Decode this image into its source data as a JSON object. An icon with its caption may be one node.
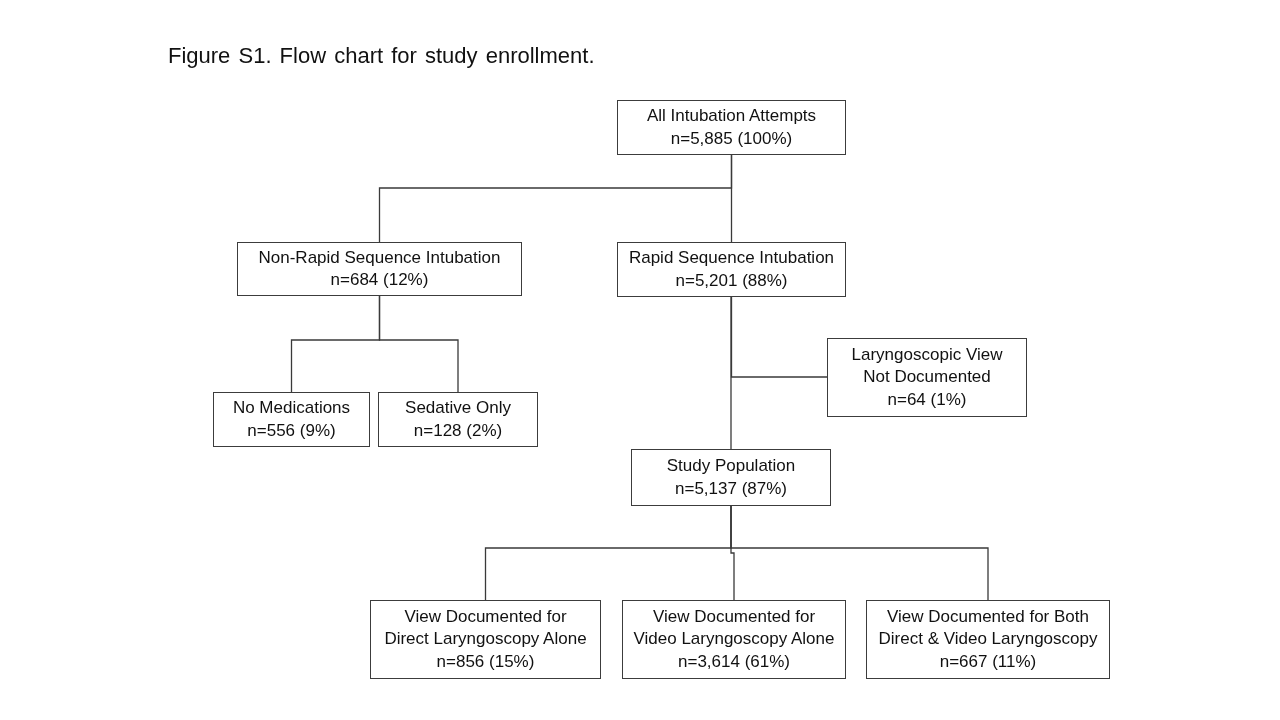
{
  "diagram": {
    "title": "Figure S1. Flow chart for study enrollment.",
    "nodes": [
      {
        "text": [
          "All Intubation Attempts",
          "n=5,885 (100%)"
        ]
      },
      {
        "text": [
          "Non-Rapid Sequence Intubation",
          "n=684 (12%)"
        ]
      },
      {
        "text": [
          "Rapid Sequence Intubation",
          "n=5,201 (88%)"
        ]
      },
      {
        "text": [
          "No Medications",
          "n=556 (9%)"
        ]
      },
      {
        "text": [
          "Sedative Only",
          "n=128 (2%)"
        ]
      },
      {
        "text": [
          "Laryngoscopic View Not Documented",
          "n=64 (1%)"
        ]
      },
      {
        "text": [
          "Study Population",
          "n=5,137 (87%)"
        ]
      },
      {
        "text": [
          "View Documented for Direct Laryngoscopy Alone",
          "n=856 (15%)"
        ]
      },
      {
        "text": [
          "View Documented for Video Laryngoscopy Alone",
          "n=3,614 (61%)"
        ]
      },
      {
        "text": [
          "View Documented for Both Direct & Video Laryngoscopy",
          "n=667 (11%)"
        ]
      }
    ],
    "edges": [
      {
        "from": 0,
        "to": 1,
        "arrow": "none"
      },
      {
        "from": 0,
        "to": 2,
        "arrow": "none"
      },
      {
        "from": 1,
        "to": 3,
        "arrow": "none"
      },
      {
        "from": 1,
        "to": 4,
        "arrow": "none"
      },
      {
        "from": 2,
        "to": 5,
        "arrow": "none"
      },
      {
        "from": 2,
        "to": 6,
        "arrow": "none"
      },
      {
        "from": 6,
        "to": 7,
        "arrow": "none"
      },
      {
        "from": 6,
        "to": 8,
        "arrow": "none"
      },
      {
        "from": 6,
        "to": 9,
        "arrow": "none"
      }
    ]
  }
}
